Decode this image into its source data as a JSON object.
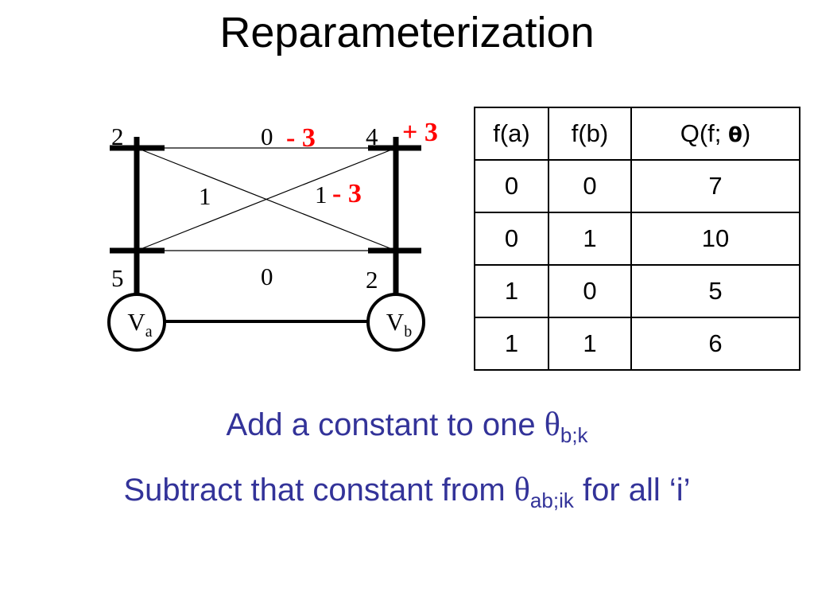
{
  "title": "Reparameterization",
  "diagram": {
    "node_a": {
      "main": "V",
      "sub": "a"
    },
    "node_b": {
      "main": "V",
      "sub": "b"
    },
    "unary_a": {
      "label_0": "2",
      "label_1": "5"
    },
    "unary_b": {
      "label_0": "4",
      "label_1": "2",
      "change": "+ 3"
    },
    "pairwise": {
      "edge_00": "0",
      "edge_00_change": "- 3",
      "edge_10": "1",
      "edge_01": "1",
      "edge_01_change": "- 3",
      "edge_11": "0"
    },
    "colors": {
      "change": "#ff0000",
      "lines": "#000000"
    }
  },
  "table": {
    "headers": {
      "fa": "f(a)",
      "fb": "f(b)",
      "q_prefix": "Q(f; ",
      "q_symbol": "θ",
      "q_suffix": ")"
    },
    "rows": [
      {
        "fa": "0",
        "fb": "0",
        "q": "7"
      },
      {
        "fa": "0",
        "fb": "1",
        "q": "10"
      },
      {
        "fa": "1",
        "fb": "0",
        "q": "5"
      },
      {
        "fa": "1",
        "fb": "1",
        "q": "6"
      }
    ]
  },
  "text_lines": {
    "line1": {
      "text": "Add a constant to one ",
      "symbol": "θ",
      "sub": "b;k"
    },
    "line2": {
      "text": "Subtract that constant from ",
      "symbol": "θ",
      "sub": "ab;ik",
      "suffix": " for all ‘i’"
    },
    "color": "#333399"
  }
}
